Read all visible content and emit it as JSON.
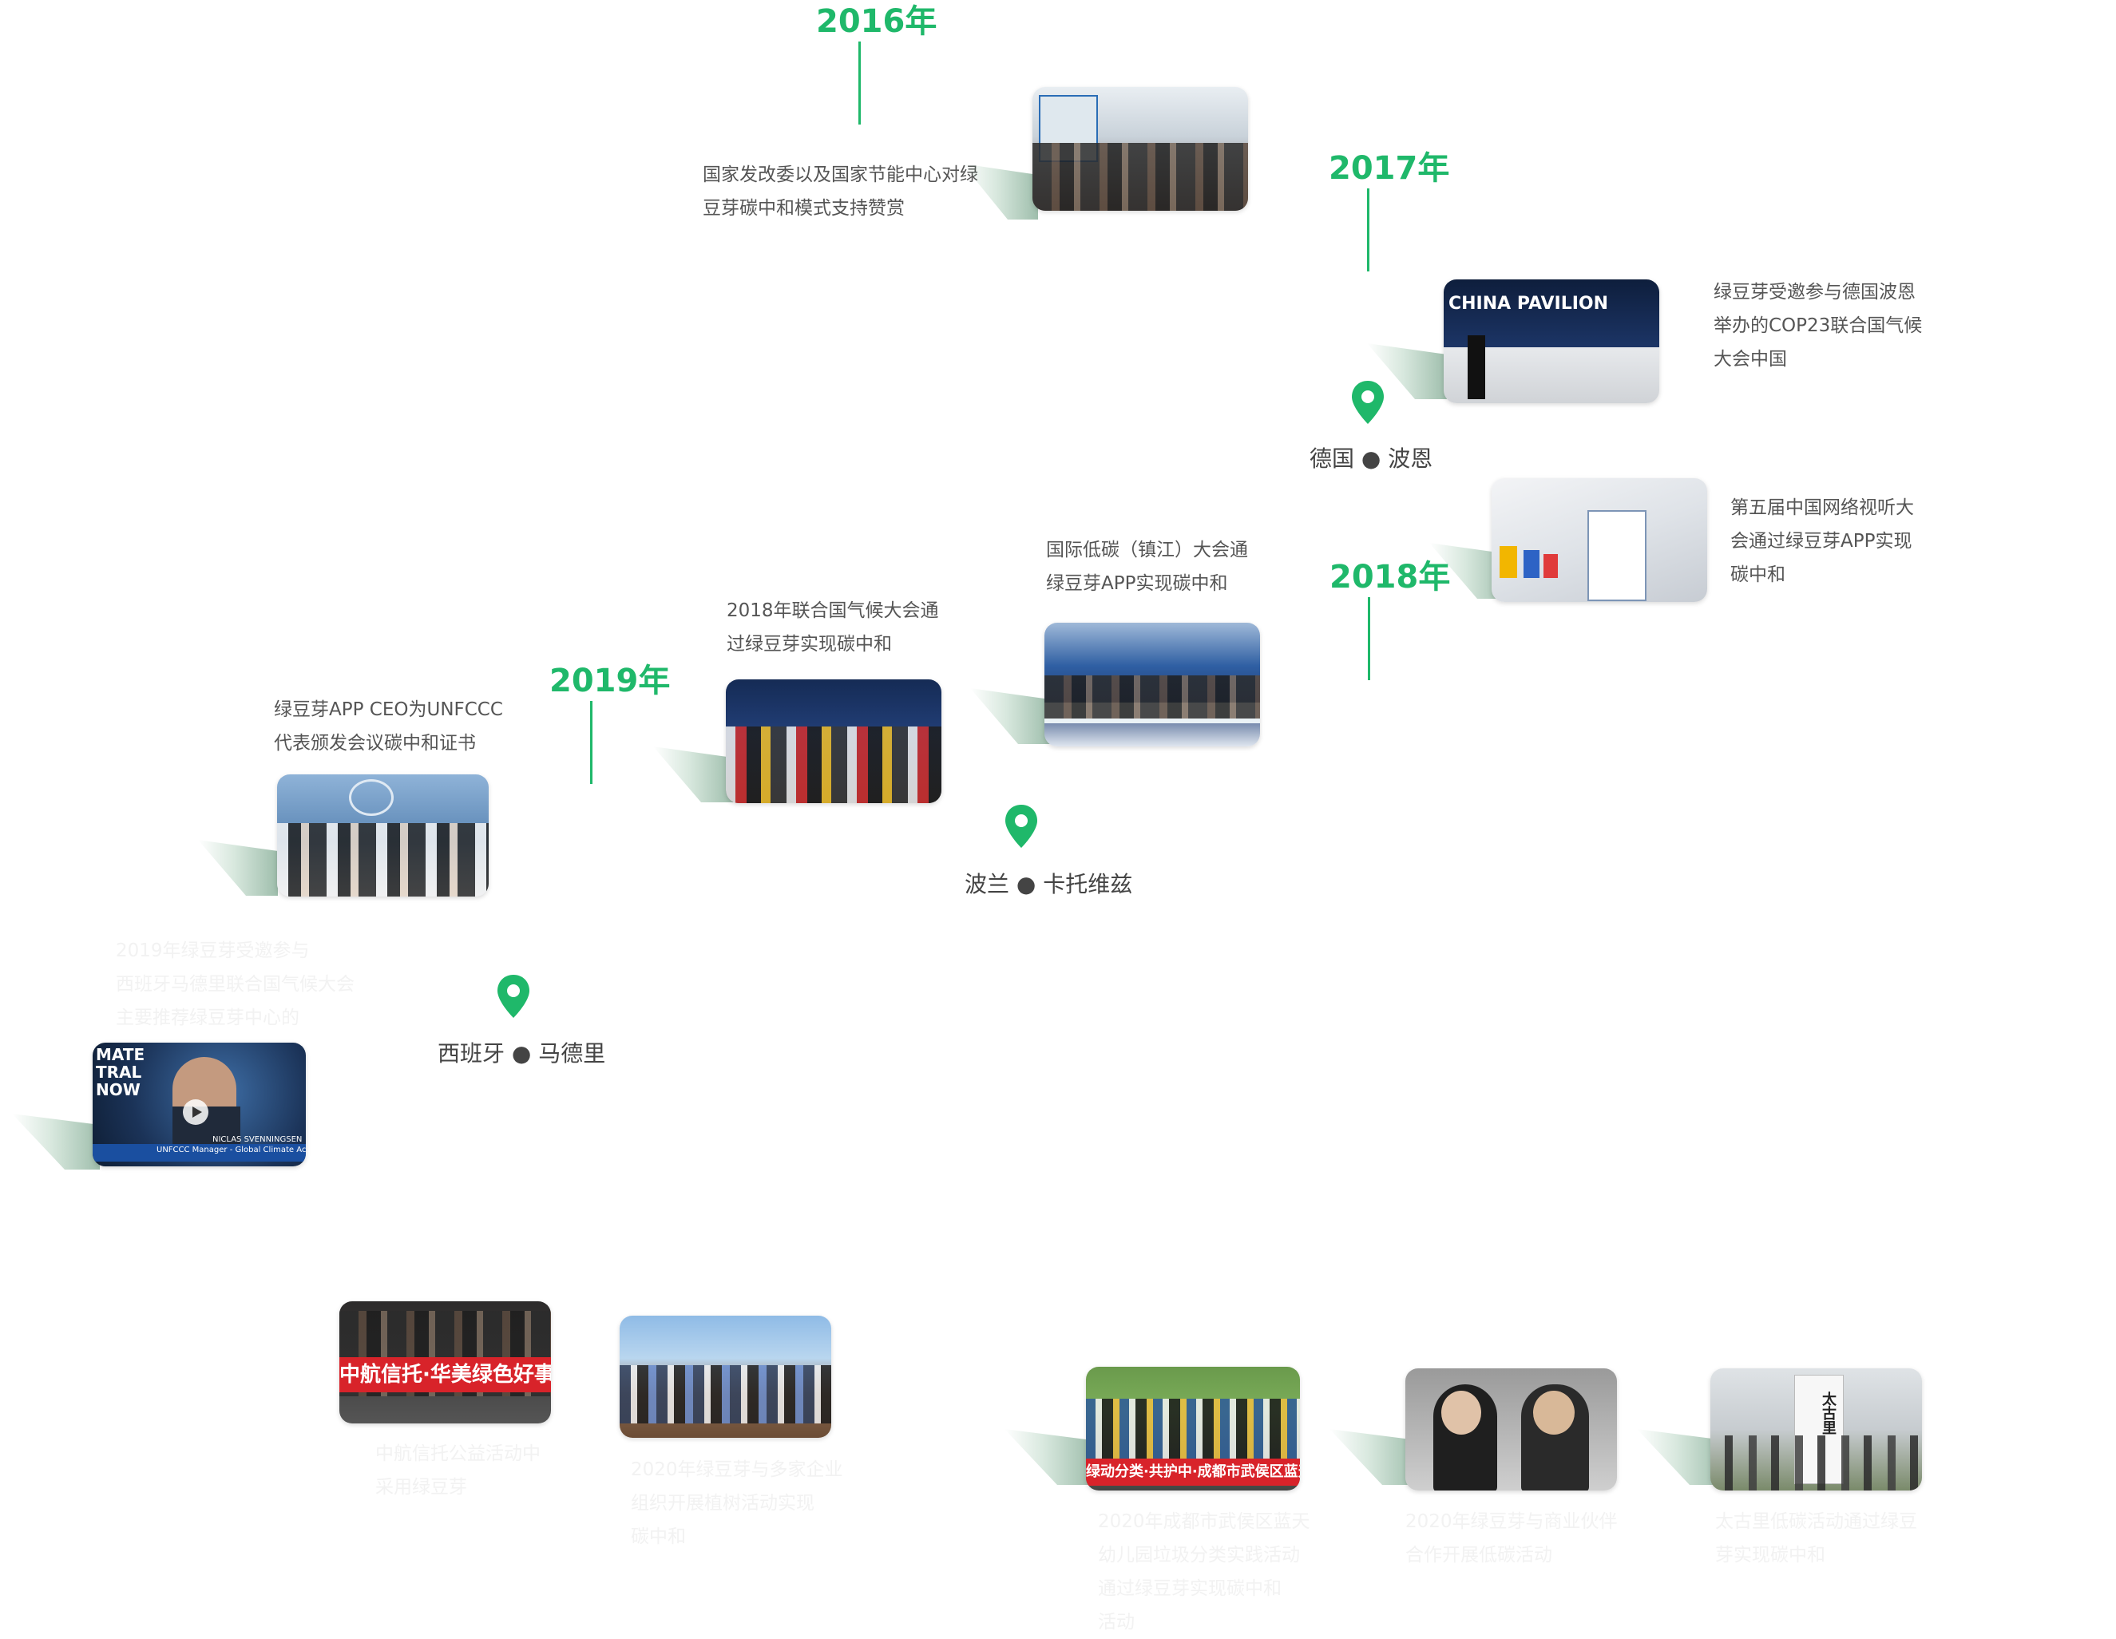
{
  "years": {
    "y2016": "2016年",
    "y2017": "2017年",
    "y2018": "2018年",
    "y2019": "2019年"
  },
  "events": {
    "e2016": "国家发改委以及国家节能中心对绿\n豆芽碳中和模式支持赞赏",
    "e2017": "绿豆芽受邀参与德国波恩\n举办的COP23联合国气候\n大会中国",
    "e2018a": "第五届中国网络视听大\n会通过绿豆芽APP实现\n碳中和",
    "e2018b": "国际低碳（镇江）大会通\n绿豆芽APP实现碳中和",
    "e2018c": "2018年联合国气候大会通\n过绿豆芽实现碳中和",
    "e2019": "绿豆芽APP CEO为UNFCCC\n代表颁发会议碳中和证书"
  },
  "places": {
    "bonn": "德国 ● 波恩",
    "katowice": "波兰 ● 卡托维兹",
    "madrid": "西班牙 ● 马德里"
  },
  "photo_text": {
    "china_pavilion": "CHINA PAVILION",
    "video": "NICLAS SVENNINGSEN",
    "video_sub": "UNFCCC Manager - Global Climate Action",
    "video_left": "MATE\nTRAL\nNOW",
    "ribbon1": "中航信托·华美绿色好事信",
    "ribbon2": "绿动分类·共护中·成都市武侯区蓝天幼儿园·实践活动",
    "taikoo": "太古里"
  },
  "faded_text": {
    "f1": "2019年绿豆芽受邀参与\n西班牙马德里联合国气候大会\n主要推荐绿豆芽中心的",
    "f2": "中航信托公益活动中\n采用绿豆芽",
    "f3": "2020年绿豆芽与多家企业\n组织开展植树活动实现\n碳中和",
    "f4": "2020年成都市武侯区蓝天\n幼儿园垃圾分类实践活动\n通过绿豆芽实现碳中和\n活动",
    "f5": "2020年绿豆芽与商业伙伴\n合作开展低碳活动",
    "f6": "太古里低碳活动通过绿豆\n芽实现碳中和"
  },
  "colors": {
    "accent": "#1fb86a",
    "text": "#555555"
  },
  "icons": {
    "pin": "map-pin-icon"
  }
}
